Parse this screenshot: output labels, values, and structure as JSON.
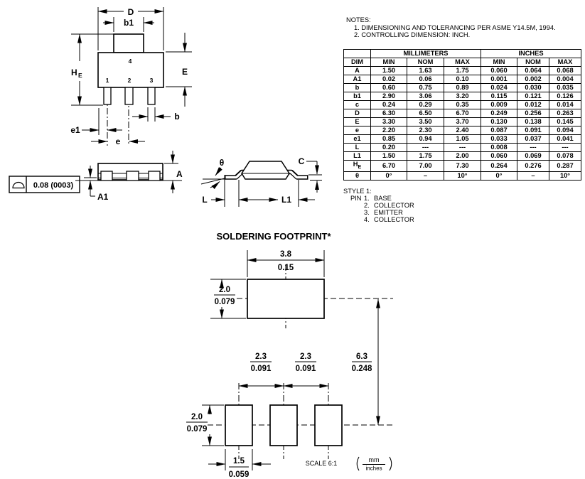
{
  "page": {
    "background": "#ffffff",
    "ink": "#000000"
  },
  "notes": {
    "heading": "NOTES:",
    "items": [
      "1. DIMENSIONING AND TOLERANCING PER ASME Y14.5M, 1994.",
      "2. CONTROLLING DIMENSION: INCH."
    ]
  },
  "dim_table": {
    "unit_headers": [
      "MILLIMETERS",
      "INCHES"
    ],
    "columns": [
      "DIM",
      "MIN",
      "NOM",
      "MAX",
      "MIN",
      "NOM",
      "MAX"
    ],
    "rows": [
      {
        "dim": "A",
        "sub": "",
        "values": [
          "1.50",
          "1.63",
          "1.75",
          "0.060",
          "0.064",
          "0.068"
        ]
      },
      {
        "dim": "A1",
        "sub": "",
        "values": [
          "0.02",
          "0.06",
          "0.10",
          "0.001",
          "0.002",
          "0.004"
        ]
      },
      {
        "dim": "b",
        "sub": "",
        "values": [
          "0.60",
          "0.75",
          "0.89",
          "0.024",
          "0.030",
          "0.035"
        ]
      },
      {
        "dim": "b1",
        "sub": "",
        "values": [
          "2.90",
          "3.06",
          "3.20",
          "0.115",
          "0.121",
          "0.126"
        ]
      },
      {
        "dim": "c",
        "sub": "",
        "values": [
          "0.24",
          "0.29",
          "0.35",
          "0.009",
          "0.012",
          "0.014"
        ]
      },
      {
        "dim": "D",
        "sub": "",
        "values": [
          "6.30",
          "6.50",
          "6.70",
          "0.249",
          "0.256",
          "0.263"
        ]
      },
      {
        "dim": "E",
        "sub": "",
        "values": [
          "3.30",
          "3.50",
          "3.70",
          "0.130",
          "0.138",
          "0.145"
        ]
      },
      {
        "dim": "e",
        "sub": "",
        "values": [
          "2.20",
          "2.30",
          "2.40",
          "0.087",
          "0.091",
          "0.094"
        ]
      },
      {
        "dim": "e1",
        "sub": "",
        "values": [
          "0.85",
          "0.94",
          "1.05",
          "0.033",
          "0.037",
          "0.041"
        ]
      },
      {
        "dim": "L",
        "sub": "",
        "values": [
          "0.20",
          "---",
          "---",
          "0.008",
          "---",
          "---"
        ]
      },
      {
        "dim": "L1",
        "sub": "",
        "values": [
          "1.50",
          "1.75",
          "2.00",
          "0.060",
          "0.069",
          "0.078"
        ]
      },
      {
        "dim": "H",
        "sub": "E",
        "values": [
          "6.70",
          "7.00",
          "7.30",
          "0.264",
          "0.276",
          "0.287"
        ]
      },
      {
        "dim": "θ",
        "sub": "",
        "values": [
          "0°",
          "–",
          "10°",
          "0°",
          "–",
          "10°"
        ]
      }
    ]
  },
  "style1": {
    "heading": "STYLE 1:",
    "pins": [
      {
        "pfx": "PIN",
        "num": "1.",
        "name": "BASE"
      },
      {
        "pfx": "",
        "num": "2.",
        "name": "COLLECTOR"
      },
      {
        "pfx": "",
        "num": "3.",
        "name": "EMITTER"
      },
      {
        "pfx": "",
        "num": "4.",
        "name": "COLLECTOR"
      }
    ]
  },
  "outline": {
    "labels": {
      "D": "D",
      "b1": "b1",
      "H": "H",
      "H_sub": "E",
      "E": "E",
      "b": "b",
      "e": "e",
      "e1": "e1",
      "A": "A",
      "A1": "A1",
      "L": "L",
      "L1": "L1",
      "C": "C",
      "theta": "θ"
    },
    "pins": [
      "1",
      "2",
      "3",
      "4"
    ],
    "datum_value": "0.08 (0003)"
  },
  "footprint": {
    "title": "SOLDERING FOOTPRINT*",
    "scale": "SCALE 6:1",
    "unit_top": "mm",
    "unit_bottom": "inches",
    "dims": {
      "top_pad_w_mm": "3.8",
      "top_pad_w_in": "0.15",
      "top_pad_h_mm": "2.0",
      "top_pad_h_in": "0.079",
      "pitch1_mm": "2.3",
      "pitch1_in": "0.091",
      "pitch2_mm": "2.3",
      "pitch2_in": "0.091",
      "span_mm": "6.3",
      "span_in": "0.248",
      "pad_h_mm": "2.0",
      "pad_h_in": "0.079",
      "pad_w_mm": "1.5",
      "pad_w_in": "0.059"
    }
  }
}
